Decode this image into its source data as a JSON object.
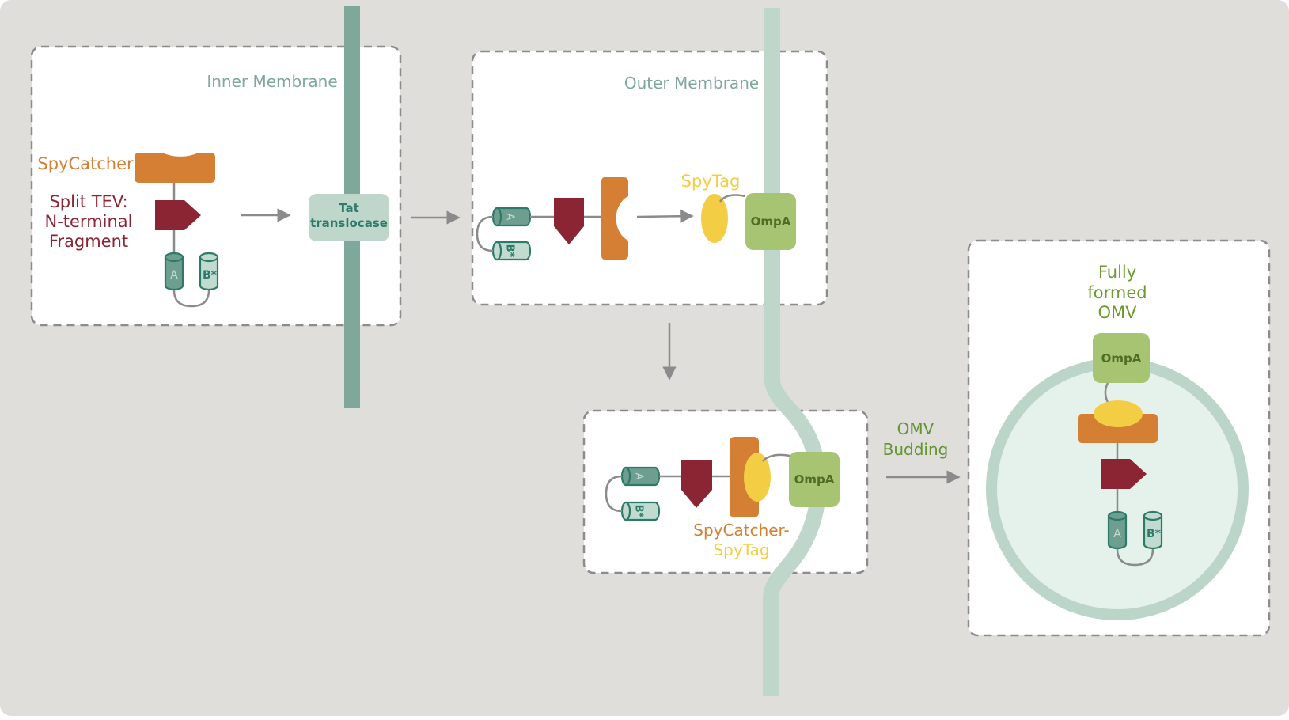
{
  "colors": {
    "background": "#dfdedb",
    "panel": "#ffffff",
    "panel_border": "#8c8c8c",
    "inner_membrane": "#7da89a",
    "outer_membrane": "#bfd6cb",
    "tat": "#bfd6ca",
    "tat_text": "#2f7a6b",
    "spycatcher": "#d47f33",
    "spytag": "#f3ce45",
    "tev": "#8b2433",
    "ompa": "#a7c472",
    "ompa_text": "#4e6d25",
    "cyl_a": "#6e9e90",
    "cyl_b": "#c2dbd1",
    "cyl_text": "#2d7a6a",
    "arrow": "#8b8b8b",
    "omv_ring": "#bcd5c9",
    "omv_fill": "#e5f1eb",
    "budding_text": "#62942f",
    "fully_text": "#6b9a2f"
  },
  "labels": {
    "inner_membrane": "Inner Membrane",
    "outer_membrane": "Outer Membrane",
    "spycatcher": "SpyCatcher",
    "split_tev": [
      "Split TEV:",
      "N-terminal",
      "Fragment"
    ],
    "tat": [
      "Tat",
      "translocase"
    ],
    "spytag": "SpyTag",
    "ompa": "OmpA",
    "spycatcher_spytag": [
      "SpyCatcher-",
      "SpyTag"
    ],
    "omv_budding": [
      "OMV",
      "Budding"
    ],
    "fully_formed": [
      "Fully",
      "formed",
      "OMV"
    ],
    "cyl_a": "A",
    "cyl_b": "B*"
  }
}
